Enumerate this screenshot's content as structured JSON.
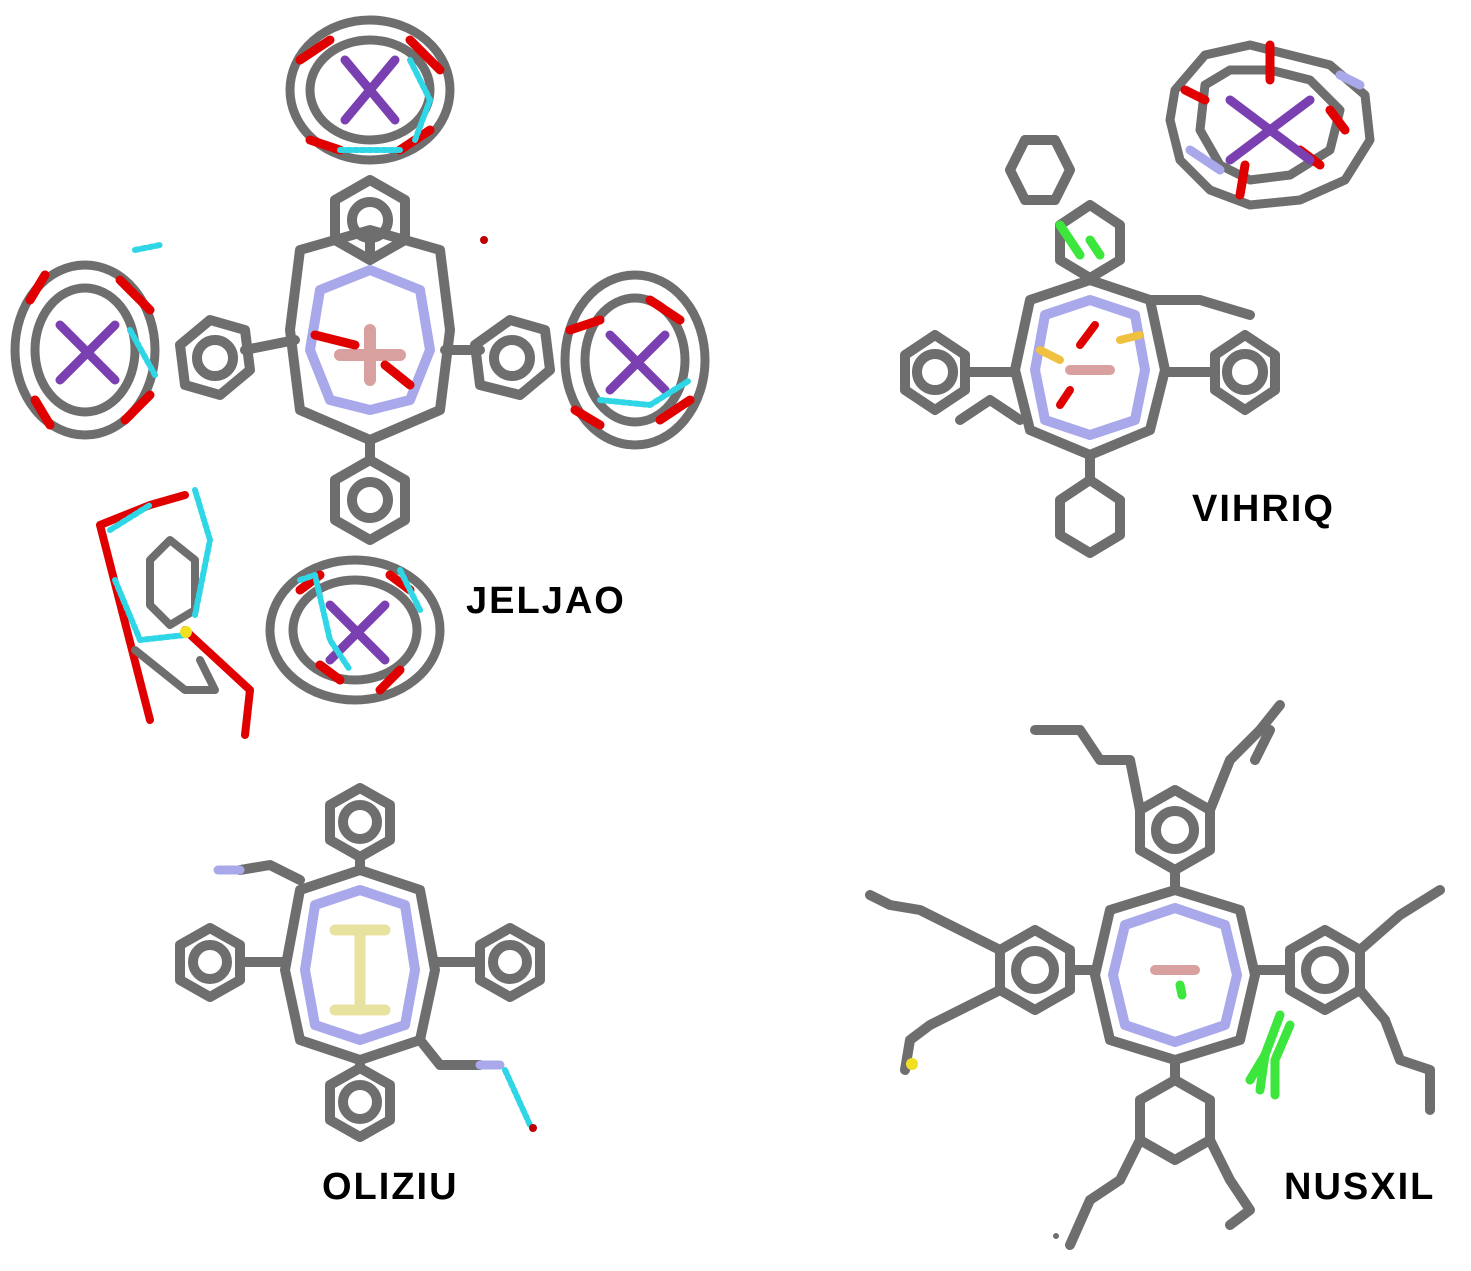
{
  "labels": {
    "jeljao": "JELJAO",
    "vihriq": "VIHRIQ",
    "oliziu": "OLIZIU",
    "nusxil": "NUSXIL"
  },
  "colors": {
    "carbon": "#6e6e6e",
    "nitrogen": "#a8a8ea",
    "oxygen": "#e00000",
    "metal": "#d9a0a0",
    "potassium": "#7a3fb0",
    "hbond": "#2fd6e6",
    "chlorine": "#3ce63c",
    "sulfur": "#f0e020",
    "silicon": "#e8e2a0"
  },
  "structures": [
    {
      "name": "JELJAO",
      "element": "phthalocyanine with four crown-ether potassium complexes"
    },
    {
      "name": "VIHRIQ",
      "element": "phthalocyanine with cryptand potassium complex"
    },
    {
      "name": "OLIZIU",
      "element": "phthalocyanine with axial silicon ligands"
    },
    {
      "name": "NUSXIL",
      "element": "octa-alkyl phthalocyanine"
    }
  ]
}
